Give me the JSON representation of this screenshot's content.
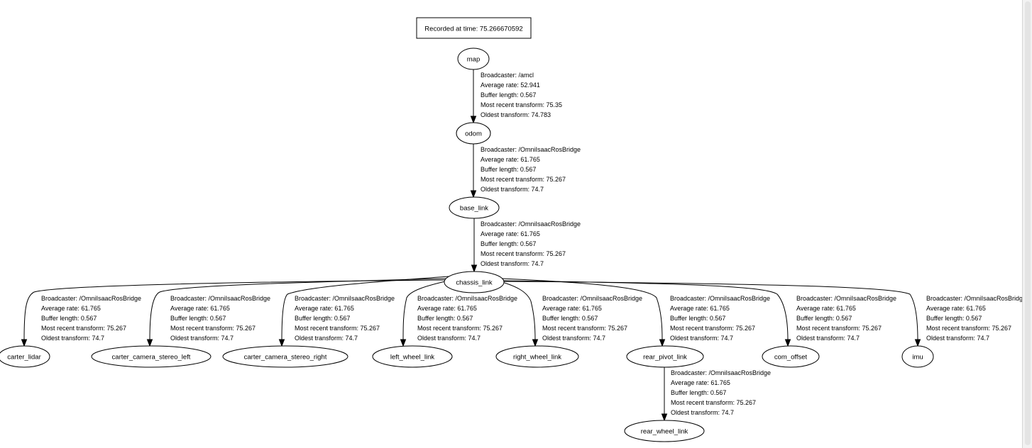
{
  "header": {
    "recorded_label": "Recorded at time: 75.266670592"
  },
  "frames": [
    "map",
    "odom",
    "base_link",
    "chassis_link",
    "carter_lidar",
    "carter_camera_stereo_left",
    "carter_camera_stereo_right",
    "left_wheel_link",
    "right_wheel_link",
    "rear_pivot_link",
    "com_offset",
    "imu",
    "rear_wheel_link"
  ],
  "edges": [
    {
      "from": "map",
      "to": "odom",
      "lines": [
        "Broadcaster: /amcl",
        "Average rate: 52.941",
        "Buffer length: 0.567",
        "Most recent transform: 75.35",
        "Oldest transform: 74.783"
      ]
    },
    {
      "from": "odom",
      "to": "base_link",
      "lines": [
        "Broadcaster: /OmniIsaacRosBridge",
        "Average rate: 61.765",
        "Buffer length: 0.567",
        "Most recent transform: 75.267",
        "Oldest transform: 74.7"
      ]
    },
    {
      "from": "base_link",
      "to": "chassis_link",
      "lines": [
        "Broadcaster: /OmniIsaacRosBridge",
        "Average rate: 61.765",
        "Buffer length: 0.567",
        "Most recent transform: 75.267",
        "Oldest transform: 74.7"
      ]
    },
    {
      "from": "chassis_link",
      "to": "carter_lidar",
      "lines": [
        "Broadcaster: /OmniIsaacRosBridge",
        "Average rate: 61.765",
        "Buffer length: 0.567",
        "Most recent transform: 75.267",
        "Oldest transform: 74.7"
      ]
    },
    {
      "from": "chassis_link",
      "to": "carter_camera_stereo_left",
      "lines": [
        "Broadcaster: /OmniIsaacRosBridge",
        "Average rate: 61.765",
        "Buffer length: 0.567",
        "Most recent transform: 75.267",
        "Oldest transform: 74.7"
      ]
    },
    {
      "from": "chassis_link",
      "to": "carter_camera_stereo_right",
      "lines": [
        "Broadcaster: /OmniIsaacRosBridge",
        "Average rate: 61.765",
        "Buffer length: 0.567",
        "Most recent transform: 75.267",
        "Oldest transform: 74.7"
      ]
    },
    {
      "from": "chassis_link",
      "to": "left_wheel_link",
      "lines": [
        "Broadcaster: /OmniIsaacRosBridge",
        "Average rate: 61.765",
        "Buffer length: 0.567",
        "Most recent transform: 75.267",
        "Oldest transform: 74.7"
      ]
    },
    {
      "from": "chassis_link",
      "to": "right_wheel_link",
      "lines": [
        "Broadcaster: /OmniIsaacRosBridge",
        "Average rate: 61.765",
        "Buffer length: 0.567",
        "Most recent transform: 75.267",
        "Oldest transform: 74.7"
      ]
    },
    {
      "from": "chassis_link",
      "to": "rear_pivot_link",
      "lines": [
        "Broadcaster: /OmniIsaacRosBridge",
        "Average rate: 61.765",
        "Buffer length: 0.567",
        "Most recent transform: 75.267",
        "Oldest transform: 74.7"
      ]
    },
    {
      "from": "chassis_link",
      "to": "com_offset",
      "lines": [
        "Broadcaster: /OmniIsaacRosBridge",
        "Average rate: 61.765",
        "Buffer length: 0.567",
        "Most recent transform: 75.267",
        "Oldest transform: 74.7"
      ]
    },
    {
      "from": "chassis_link",
      "to": "imu",
      "lines": [
        "Broadcaster: /OmniIsaacRosBridge",
        "Average rate: 61.765",
        "Buffer length: 0.567",
        "Most recent transform: 75.267",
        "Oldest transform: 74.7"
      ]
    },
    {
      "from": "rear_pivot_link",
      "to": "rear_wheel_link",
      "lines": [
        "Broadcaster: /OmniIsaacRosBridge",
        "Average rate: 61.765",
        "Buffer length: 0.567",
        "Most recent transform: 75.267",
        "Oldest transform: 74.7"
      ]
    }
  ]
}
